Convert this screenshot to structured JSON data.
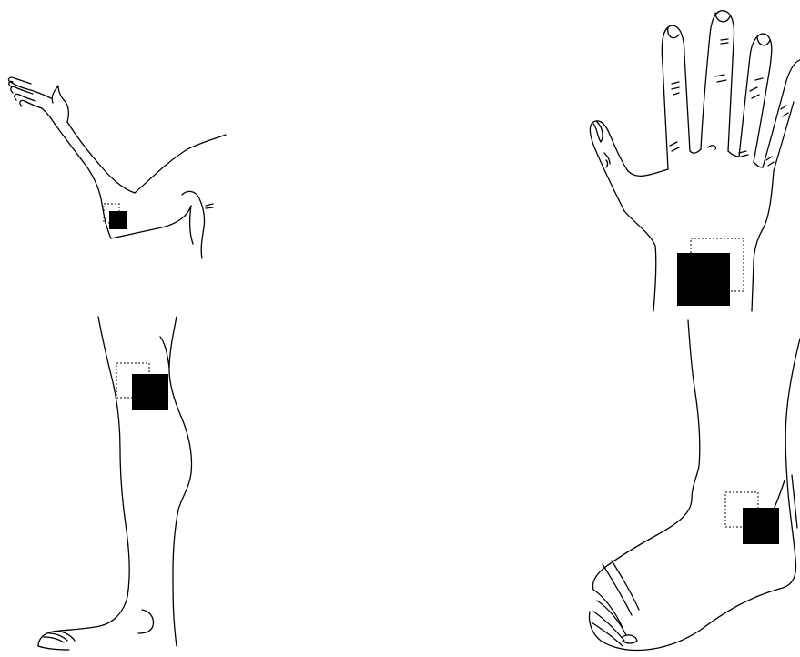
{
  "figure": {
    "panels": [
      {
        "name": "elbow",
        "pad": "filled-square",
        "shadow": "dotted-square"
      },
      {
        "name": "wrist",
        "pad": "filled-square",
        "shadow": "dotted-square"
      },
      {
        "name": "knee",
        "pad": "filled-square",
        "shadow": "dotted-square"
      },
      {
        "name": "ankle",
        "pad": "filled-square",
        "shadow": "dotted-square"
      }
    ],
    "colors": {
      "line": "#000000",
      "pad": "#000000",
      "background": "#ffffff"
    }
  }
}
